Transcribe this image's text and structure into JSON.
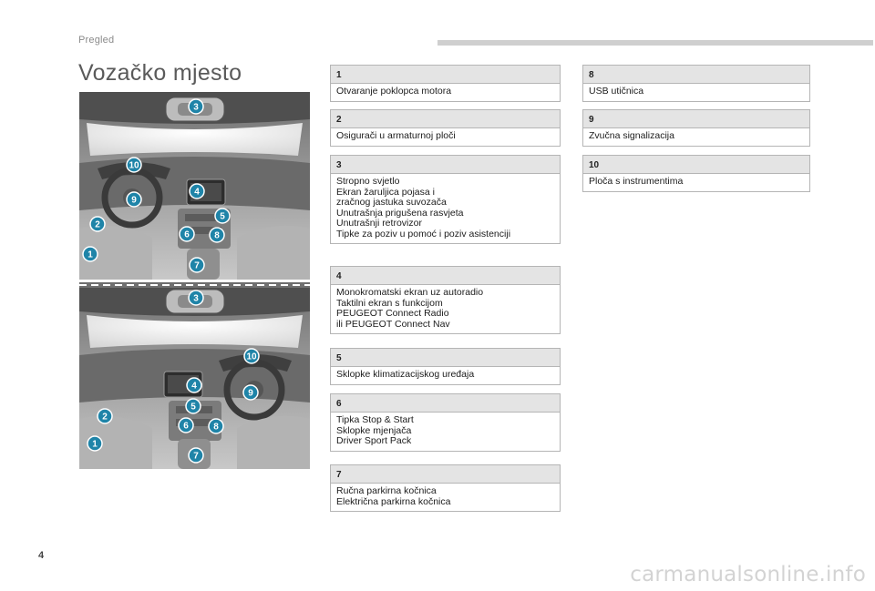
{
  "header": {
    "section": "Pregled"
  },
  "title": "Vozačko mjesto",
  "colors": {
    "callout": "#1f84a8",
    "header_bar": "#cfcfcf"
  },
  "callouts": [
    "1",
    "2",
    "3",
    "4",
    "5",
    "6",
    "7",
    "8",
    "9",
    "10"
  ],
  "items": [
    {
      "number": "1",
      "lines": [
        "Otvaranje poklopca motora"
      ]
    },
    {
      "number": "2",
      "lines": [
        "Osigurači u armaturnoj ploči"
      ]
    },
    {
      "number": "3",
      "lines": [
        "Stropno svjetlo",
        "Ekran žaruljica pojasa i",
        "zračnog jastuka suvozača",
        "Unutrašnja prigušena rasvjeta",
        "Unutrašnji retrovizor",
        "Tipke za poziv u pomoć i poziv asistenciji"
      ]
    },
    {
      "number": "4",
      "lines": [
        "Monokromatski ekran uz autoradio",
        "Taktilni ekran s funkcijom",
        "PEUGEOT Connect Radio",
        "ili PEUGEOT Connect Nav"
      ]
    },
    {
      "number": "5",
      "lines": [
        "Sklopke klimatizacijskog uređaja"
      ]
    },
    {
      "number": "6",
      "lines": [
        "Tipka Stop & Start",
        "Sklopke mjenjača",
        "Driver Sport Pack"
      ]
    },
    {
      "number": "7",
      "lines": [
        "Ručna parkirna kočnica",
        "Električna parkirna kočnica"
      ]
    },
    {
      "number": "8",
      "lines": [
        "USB utičnica"
      ]
    },
    {
      "number": "9",
      "lines": [
        "Zvučna signalizacija"
      ]
    },
    {
      "number": "10",
      "lines": [
        "Ploča s instrumentima"
      ]
    }
  ],
  "page_number": "4",
  "watermark": "carmanualsonline.info"
}
